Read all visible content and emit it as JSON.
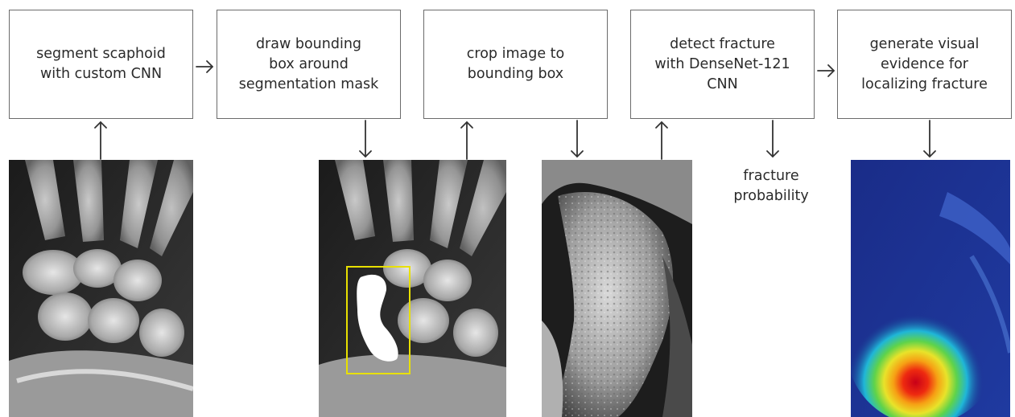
{
  "steps": [
    {
      "id": "segment",
      "label": "segment scaphoid\nwith custom CNN"
    },
    {
      "id": "bbox",
      "label": "draw bounding\nbox around\nsegmentation mask"
    },
    {
      "id": "crop",
      "label": "crop image to\nbounding box"
    },
    {
      "id": "detect",
      "label": "detect fracture\nwith DenseNet-121\nCNN"
    },
    {
      "id": "evidence",
      "label": "generate visual\nevidence for\nlocalizing fracture"
    }
  ],
  "output_label": "fracture\nprobability",
  "colors": {
    "box_border": "#6b6b6b",
    "arrow": "#333333",
    "bbox_outline": "#e8e000",
    "mask": "#ffffff",
    "heatmap_background": "#1a2f8c",
    "heatmap_hot": "#e01010"
  }
}
